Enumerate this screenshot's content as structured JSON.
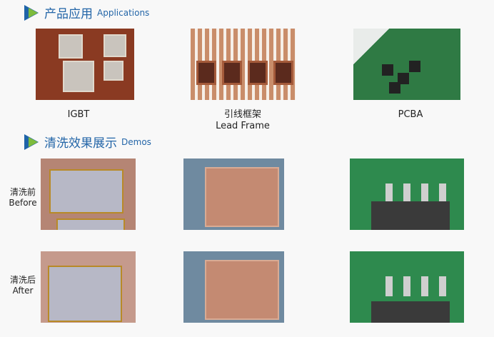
{
  "applications": {
    "title_zh": "产品应用",
    "title_en": "Applications",
    "items": [
      {
        "label": "IGBT"
      },
      {
        "label_zh": "引线框架",
        "label_en": "Lead Frame"
      },
      {
        "label": "PCBA"
      }
    ]
  },
  "demos": {
    "title_zh": "清洗效果展示",
    "title_en": "Demos",
    "before": {
      "zh": "清洗前",
      "en": "Before"
    },
    "after": {
      "zh": "清洗后",
      "en": "After"
    }
  },
  "colors": {
    "accent_blue": "#2466a8",
    "accent_green": "#7dbb3c"
  }
}
